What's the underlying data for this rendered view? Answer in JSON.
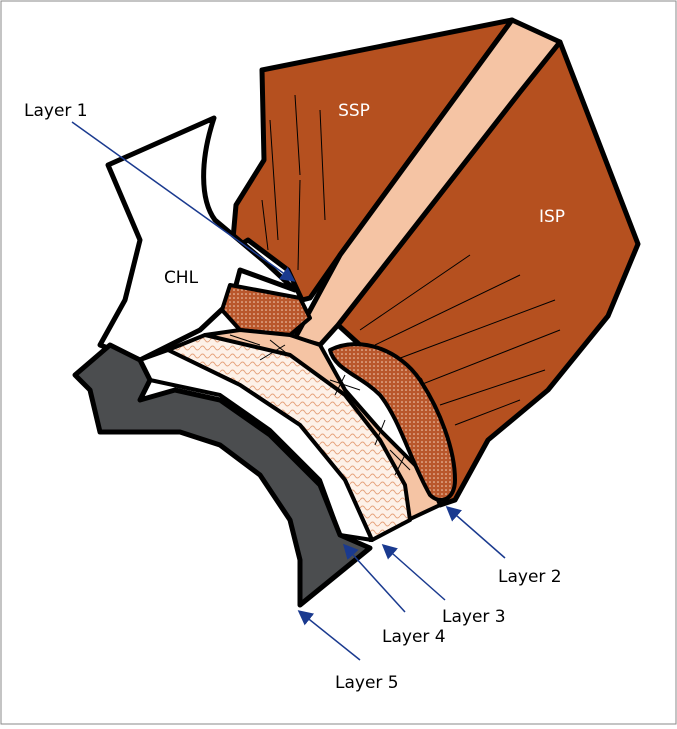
{
  "labels": {
    "ssp": "SSP",
    "isp": "ISP",
    "chl": "CHL",
    "layer1": "Layer 1",
    "layer2": "Layer 2",
    "layer3": "Layer 3",
    "layer4": "Layer 4",
    "layer5": "Layer 5"
  },
  "colors": {
    "muscle": "#b5501f",
    "tendon": "#f5c4a4",
    "dark_layer": "#4b4d4f",
    "dotted_pad": "#b9572c",
    "arrow": "#1a3a8f",
    "outline": "#000000"
  }
}
